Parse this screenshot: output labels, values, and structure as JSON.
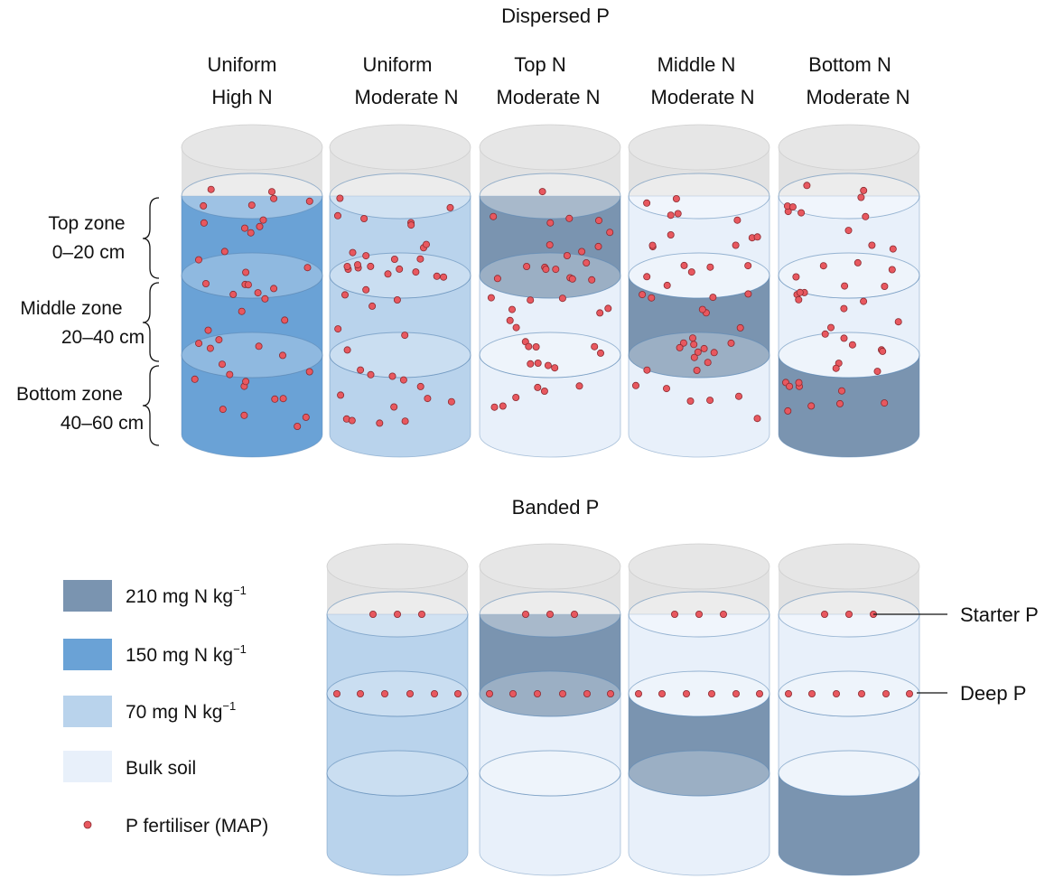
{
  "colors": {
    "dark": "#7a94b0",
    "medium": "#6aa2d6",
    "light": "#b9d3ec",
    "bulk": "#e8f0fa",
    "top_cap": "#e0e0e0",
    "dot": "#e8585f",
    "dot_stroke": "#8a2a30",
    "outline": "#5b88b5"
  },
  "sections": {
    "dispersed_title": "Dispersed P",
    "banded_title": "Banded P"
  },
  "dispersed_columns": [
    {
      "title1": "Uniform",
      "title2": "High N",
      "zones": [
        "medium",
        "medium",
        "medium"
      ]
    },
    {
      "title1": "Uniform",
      "title2": "Moderate N",
      "zones": [
        "light",
        "light",
        "light"
      ]
    },
    {
      "title1": "Top N",
      "title2": "Moderate N",
      "zones": [
        "dark",
        "bulk",
        "bulk"
      ]
    },
    {
      "title1": "Middle N",
      "title2": "Moderate N",
      "zones": [
        "bulk",
        "dark",
        "bulk"
      ]
    },
    {
      "title1": "Bottom N",
      "title2": "Moderate N",
      "zones": [
        "bulk",
        "bulk",
        "dark"
      ]
    }
  ],
  "banded_columns": [
    {
      "zones": [
        "light",
        "light",
        "light"
      ]
    },
    {
      "zones": [
        "dark",
        "bulk",
        "bulk"
      ]
    },
    {
      "zones": [
        "bulk",
        "dark",
        "bulk"
      ]
    },
    {
      "zones": [
        "bulk",
        "bulk",
        "dark"
      ]
    }
  ],
  "zone_labels": [
    {
      "line1": "Top zone",
      "line2": "0–20 cm"
    },
    {
      "line1": "Middle zone",
      "line2": "20–40 cm"
    },
    {
      "line1": "Bottom zone",
      "line2": "40–60 cm"
    }
  ],
  "band_labels": {
    "starter": "Starter P",
    "deep": "Deep P"
  },
  "legend": [
    {
      "color": "dark",
      "text": "210 mg N kg",
      "sup": "−1"
    },
    {
      "color": "medium",
      "text": "150 mg N kg",
      "sup": "−1"
    },
    {
      "color": "light",
      "text": "70 mg N kg",
      "sup": "−1"
    },
    {
      "color": "bulk",
      "text": "Bulk soil",
      "sup": ""
    }
  ],
  "legend_dot_label": "P fertiliser (MAP)"
}
